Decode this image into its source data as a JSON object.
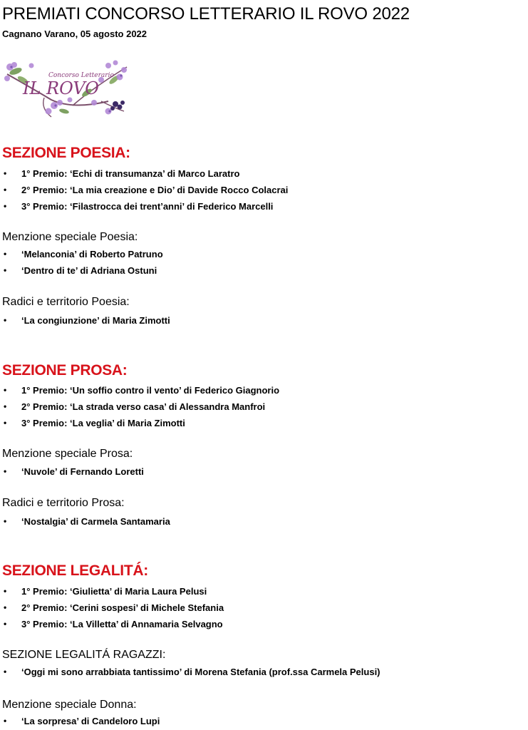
{
  "header": {
    "title": "PREMIATI CONCORSO LETTERARIO IL ROVO 2022",
    "subtitle": "Cagnano Varano, 05 agosto 2022"
  },
  "logo": {
    "small_text": "Concorso Letterario",
    "big_text": "IL ROVO"
  },
  "colors": {
    "section_red": "#d8131b",
    "logo_purple": "#8a3b7a",
    "flower_violet": "#b38ad6"
  },
  "bullet_glyph": "•",
  "sections": [
    {
      "title": "SEZIONE POESIA:",
      "items": [
        "1° Premio: ‘Echi di transumanza’ di Marco Laratro",
        "2° Premio: ‘La mia creazione e Dio’ di Davide Rocco Colacrai",
        "3° Premio: ‘Filastrocca dei trent’anni’ di Federico Marcelli"
      ]
    },
    {
      "title": "Menzione speciale Poesia:",
      "items": [
        "‘Melanconia’ di Roberto Patruno",
        "‘Dentro di te’ di Adriana Ostuni"
      ]
    },
    {
      "title": "Radici e territorio Poesia:",
      "items": [
        "‘La congiunzione’ di Maria Zimotti"
      ]
    },
    {
      "title": "SEZIONE PROSA:",
      "items": [
        "1° Premio: ‘Un soffio contro il vento’ di Federico Giagnorio",
        "2° Premio: ‘La strada verso casa’ di Alessandra Manfroi",
        "3° Premio: ‘La veglia’ di Maria Zimotti"
      ]
    },
    {
      "title": "Menzione speciale Prosa:",
      "items": [
        "‘Nuvole’ di Fernando Loretti"
      ]
    },
    {
      "title": "Radici e territorio Prosa:",
      "items": [
        "‘Nostalgia’ di Carmela Santamaria"
      ]
    },
    {
      "title": "SEZIONE LEGALITÁ:",
      "items": [
        "1° Premio: ‘Giulietta’ di Maria Laura Pelusi",
        "2° Premio: ‘Cerini sospesi’ di Michele Stefania",
        "3° Premio: ‘La Villetta’ di Annamaria Selvagno"
      ]
    },
    {
      "title": "SEZIONE LEGALITÁ RAGAZZI:",
      "items": [
        "‘Oggi mi sono arrabbiata tantissimo’ di Morena Stefania (prof.ssa Carmela Pelusi)"
      ]
    },
    {
      "title": "Menzione speciale Donna:",
      "items": [
        "‘La sorpresa’ di Candeloro Lupi"
      ]
    }
  ]
}
